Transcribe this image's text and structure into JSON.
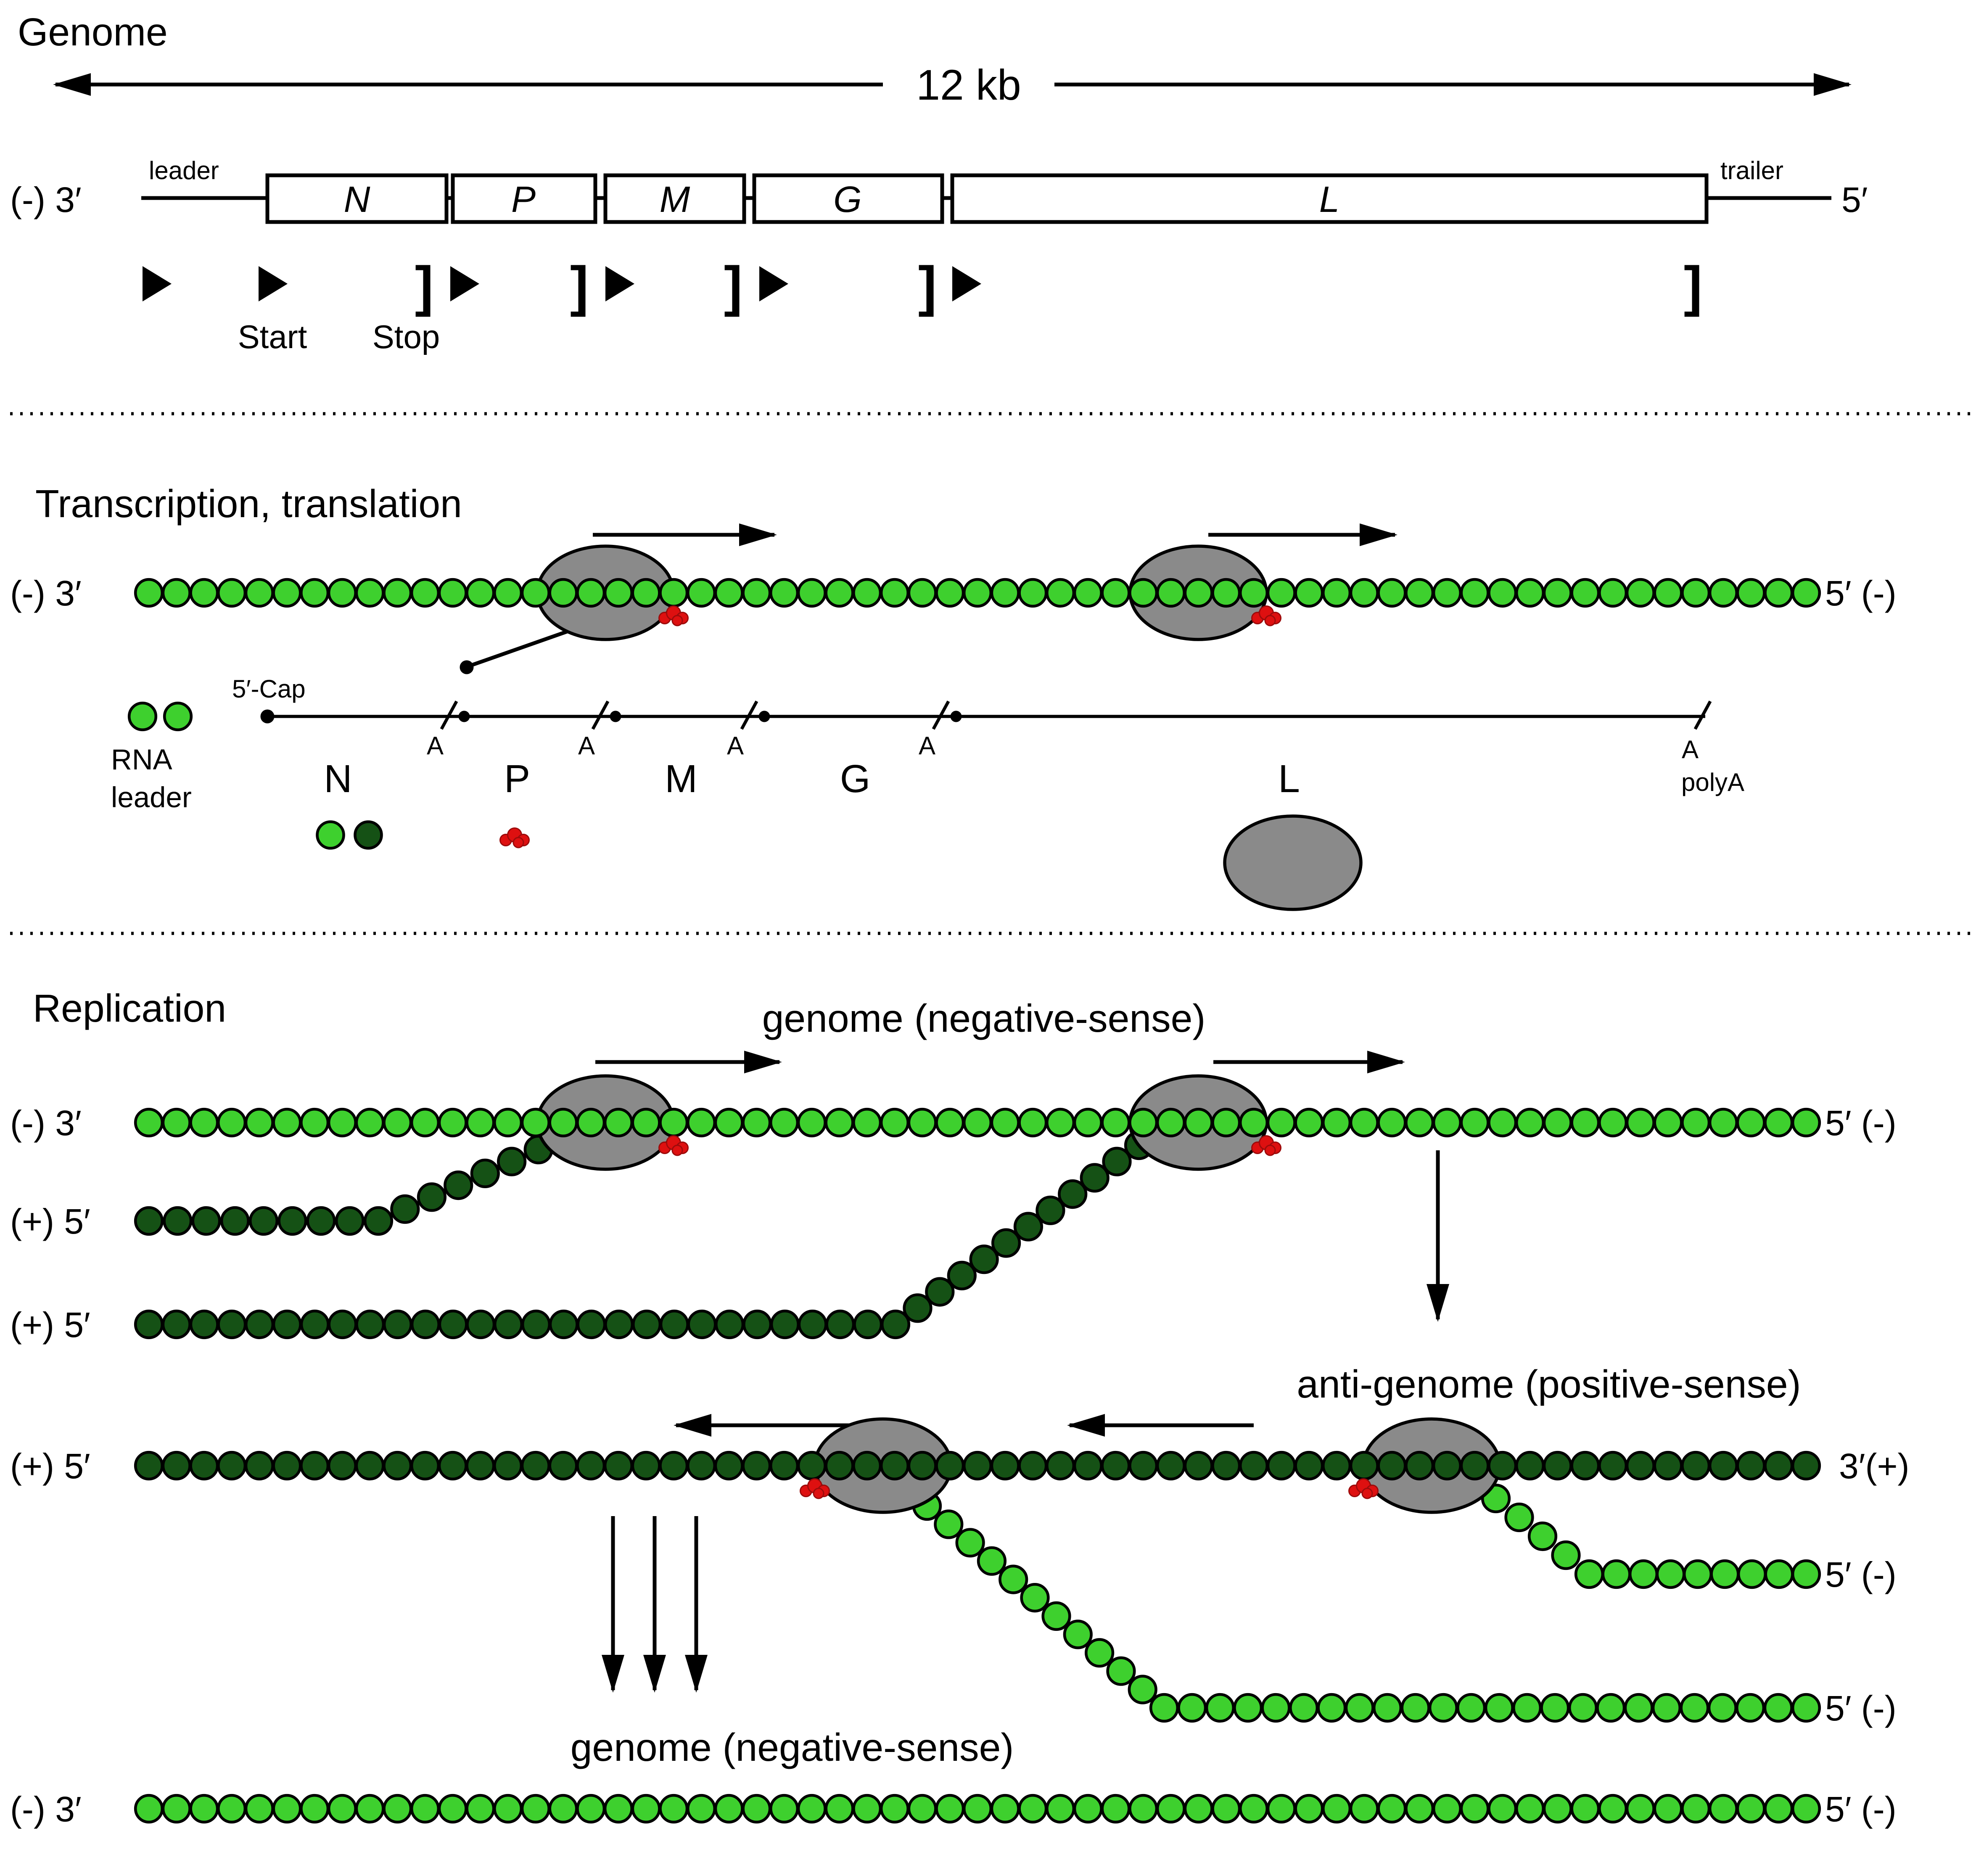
{
  "colors": {
    "light_green": "#3ed02e",
    "dark_green": "#155115",
    "polymerase_gray": "#8a8a8a",
    "protein_red": "#de1010",
    "line_black": "#000000"
  },
  "genes": [
    "N",
    "P",
    "M",
    "G",
    "L"
  ],
  "genome": {
    "title": "Genome",
    "scale_label": "12 kb",
    "leader_label": "leader",
    "trailer_label": "trailer",
    "end_left": "(-) 3′",
    "end_right": "5′",
    "start_label": "Start",
    "stop_label": "Stop",
    "stop_bracket": "]"
  },
  "transcription": {
    "title": "Transcription, translation",
    "end_left": "(-) 3′",
    "end_right": "5′ (-)",
    "cap_label": "5′-Cap",
    "rna_leader_line1": "RNA",
    "rna_leader_line2": "leader",
    "polyadenylation_site": "A",
    "polya_label": "polyA"
  },
  "replication": {
    "title": "Replication",
    "genome_sense_label": "genome (negative-sense)",
    "antigenome_sense_label": "anti-genome (positive-sense)",
    "genome_sense_label_bottom": "genome (negative-sense)",
    "end_neg_3": "(-) 3′",
    "end_5_neg": "5′ (-)",
    "end_plus_5": "(+) 5′",
    "end_3_plus": "3′(+)"
  }
}
